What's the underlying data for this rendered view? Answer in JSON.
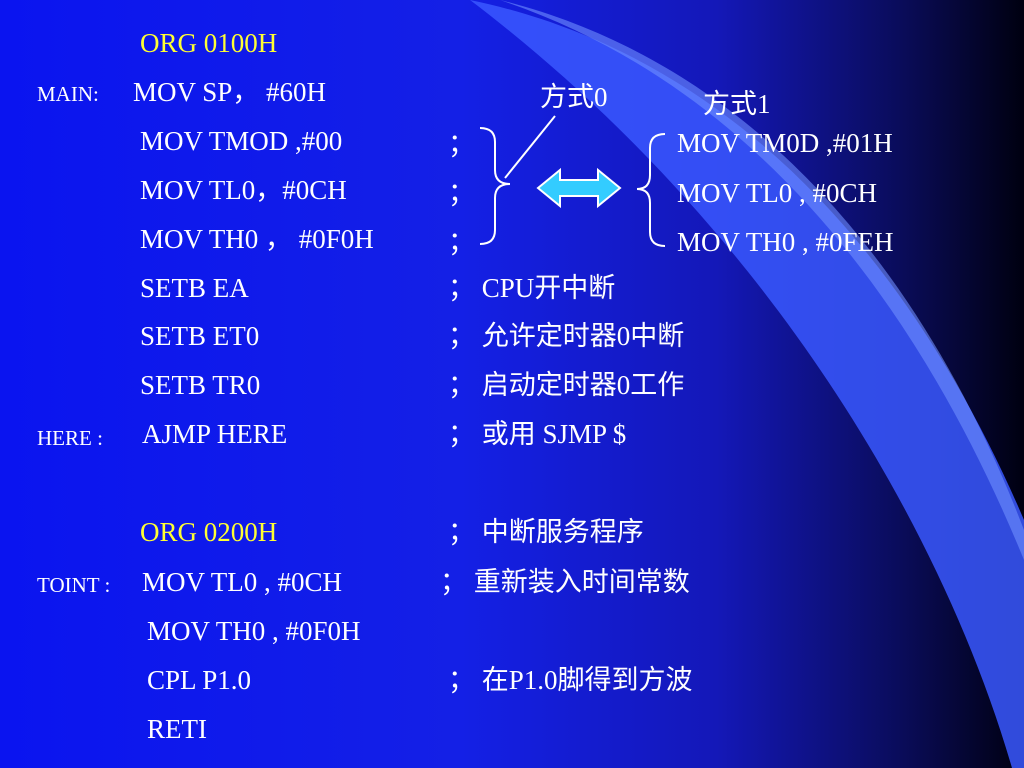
{
  "slide": {
    "colors": {
      "label_yellow": "#ffff33",
      "text": "#ffffff",
      "arrow_fill": "#33ccff"
    },
    "lines": [
      {
        "label": "",
        "code": "ORG    0100H",
        "comment": ""
      },
      {
        "label": "MAIN:",
        "code": "MOV  SP， #60H",
        "comment": ""
      },
      {
        "label": "",
        "code": "MOV  TMOD ,#00",
        "comment": "；"
      },
      {
        "label": "",
        "code": "MOV  TL0，#0CH",
        "comment": "；"
      },
      {
        "label": "",
        "code": "MOV  TH0 ， #0F0H",
        "comment": "；"
      },
      {
        "label": "",
        "code": "SETB  EA",
        "comment": "； CPU开中断"
      },
      {
        "label": "",
        "code": "SETB  ET0",
        "comment": "； 允许定时器0中断"
      },
      {
        "label": "",
        "code": "SETB  TR0",
        "comment": "； 启动定时器0工作"
      },
      {
        "label": "HERE :",
        "code": "AJMP  HERE",
        "comment": "； 或用 SJMP  $"
      },
      {
        "label": "",
        "code": "ORG   0200H",
        "comment": "； 中断服务程序"
      },
      {
        "label": "TOINT :",
        "code": "MOV TL0 ,  #0CH",
        "comment": "； 重新装入时间常数"
      },
      {
        "label": "",
        "code": "MOV TH0 ,  #0F0H",
        "comment": ""
      },
      {
        "label": "",
        "code": "CPL  P1.0",
        "comment": "； 在P1.0脚得到方波"
      },
      {
        "label": "",
        "code": "RETI",
        "comment": ""
      }
    ],
    "mode0_label": "方式0",
    "mode1_label": "方式1",
    "mode1_lines": [
      "MOV  TM0D ,#01H",
      "MOV  TL0 ,  #0CH",
      "MOV  TH0 ,  #0FEH"
    ]
  }
}
